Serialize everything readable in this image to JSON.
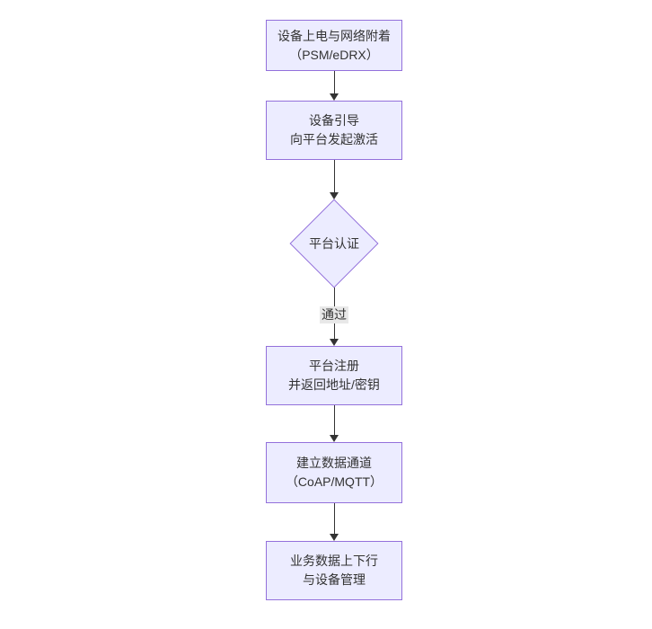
{
  "diagram": {
    "type": "flowchart-vertical",
    "colors": {
      "background": "#ffffff",
      "node_fill": "#ECECFF",
      "node_border": "#9370DB",
      "text": "#333333",
      "arrow": "#333333",
      "edge_label_bg": "#e8e8e8"
    },
    "nodes": [
      {
        "id": "power-attach",
        "shape": "rect",
        "lines": [
          "设备上电与网络附着",
          "（PSM/eDRX）"
        ]
      },
      {
        "id": "bootstrap",
        "shape": "rect",
        "lines": [
          "设备引导",
          "向平台发起激活"
        ]
      },
      {
        "id": "platform-auth",
        "shape": "diamond",
        "lines": [
          "平台认证"
        ]
      },
      {
        "id": "platform-register",
        "shape": "rect",
        "lines": [
          "平台注册",
          "并返回地址/密钥"
        ]
      },
      {
        "id": "data-channel",
        "shape": "rect",
        "lines": [
          "建立数据通道",
          "（CoAP/MQTT）"
        ]
      },
      {
        "id": "business-data",
        "shape": "rect",
        "lines": [
          "业务数据上下行",
          "与设备管理"
        ]
      }
    ],
    "edges": [
      {
        "from": "power-attach",
        "to": "bootstrap",
        "label": ""
      },
      {
        "from": "bootstrap",
        "to": "platform-auth",
        "label": ""
      },
      {
        "from": "platform-auth",
        "to": "platform-register",
        "label": "通过"
      },
      {
        "from": "platform-register",
        "to": "data-channel",
        "label": ""
      },
      {
        "from": "data-channel",
        "to": "business-data",
        "label": ""
      }
    ]
  }
}
